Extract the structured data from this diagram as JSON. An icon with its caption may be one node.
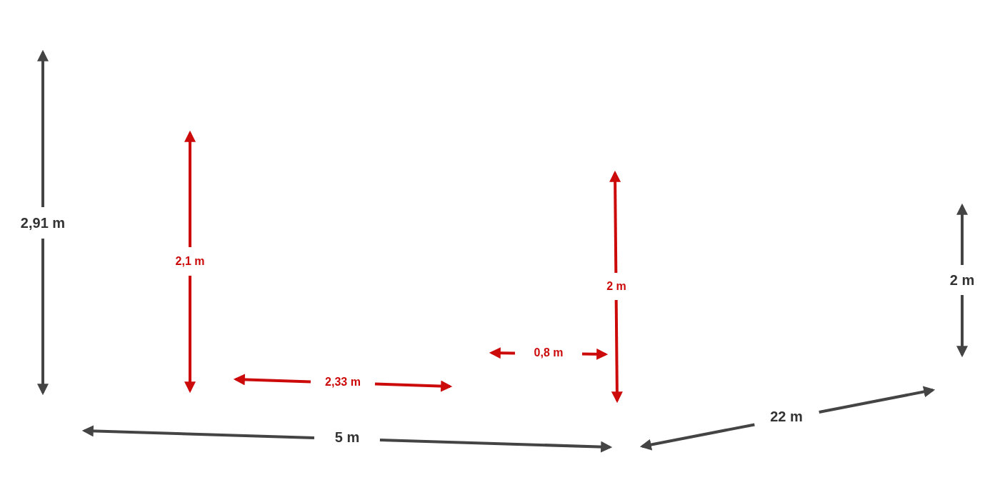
{
  "diagram": {
    "labels": [
      "2,91 m",
      "2,1 m",
      "2 m",
      "2 m",
      "0,8 m",
      "2,33 m",
      "5 m",
      "22 m"
    ]
  }
}
